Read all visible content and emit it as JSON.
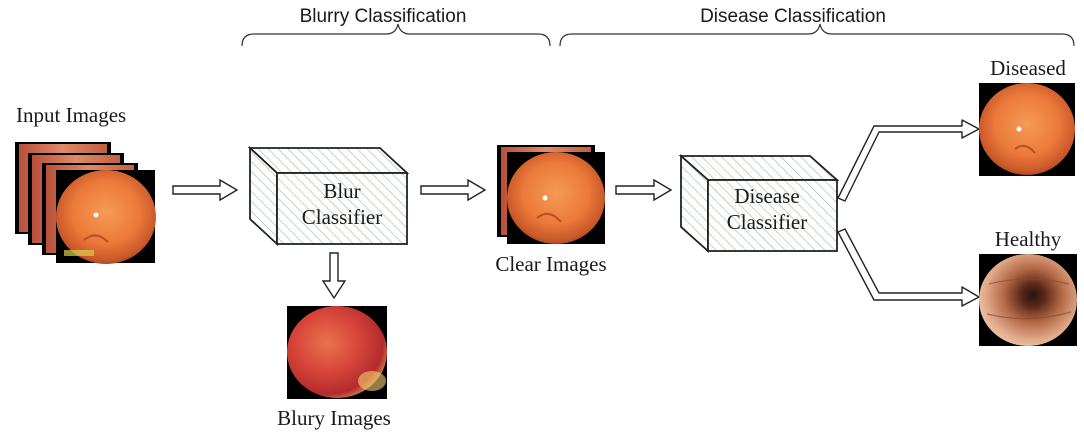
{
  "headers": {
    "blurry": "Blurry Classification",
    "disease": "Disease Classification"
  },
  "labels": {
    "input": "Input Images",
    "clear": "Clear Images",
    "blury": "Blury Images",
    "diseased": "Diseased",
    "healthy": "Healthy"
  },
  "blur_classifier": {
    "line1": "Blur",
    "line2": "Classifier"
  },
  "disease_classifier": {
    "line1": "Disease",
    "line2": "Classifier"
  }
}
